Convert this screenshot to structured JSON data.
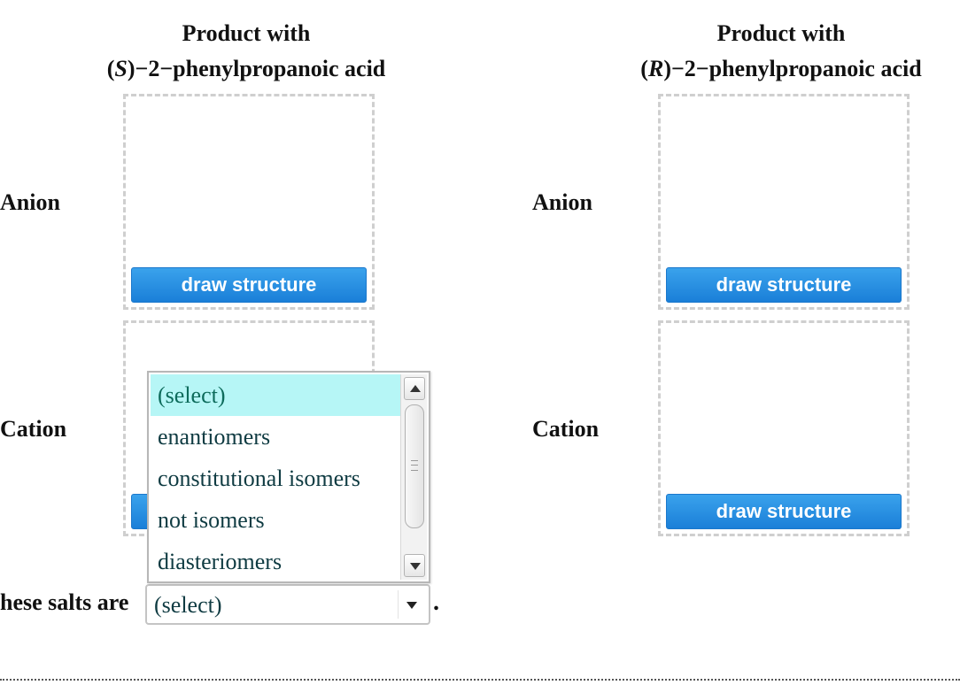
{
  "columns": [
    {
      "header_line1": "Product with",
      "config": "S",
      "header_rest": "2−phenylpropanoic acid"
    },
    {
      "header_line1": "Product with",
      "config": "R",
      "header_rest": "2−phenylpropanoic acid"
    }
  ],
  "row_labels": {
    "anion": "Anion",
    "cation": "Cation"
  },
  "draw_button_label": "draw structure",
  "dropdown": {
    "options": [
      "(select)",
      "enantiomers",
      "constitutional isomers",
      "not isomers",
      "diasteriomers"
    ],
    "selected_value": "(select)",
    "highlight_color": "#b6f6f6"
  },
  "sentence": {
    "prefix": "hese salts are",
    "suffix": "."
  },
  "colors": {
    "button": "#2a8fe2",
    "dashed_border": "#cfcfcf"
  }
}
